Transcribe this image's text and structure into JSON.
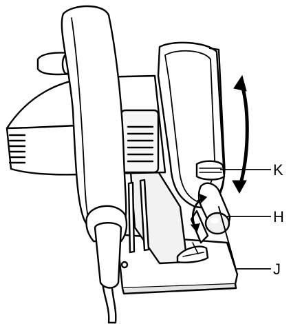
{
  "figure": {
    "callouts": [
      {
        "id": "K",
        "label": "K"
      },
      {
        "id": "H",
        "label": "H"
      },
      {
        "id": "J",
        "label": "J"
      }
    ],
    "colors": {
      "ink": "#000000",
      "paper": "#ffffff",
      "body_light": "#f2f2f2",
      "handle_highlight": "#ffffff"
    },
    "icons": {
      "depth_arrow": "double-headed-curved-arrow",
      "lever_arrow": "double-headed-curved-arrow"
    }
  }
}
